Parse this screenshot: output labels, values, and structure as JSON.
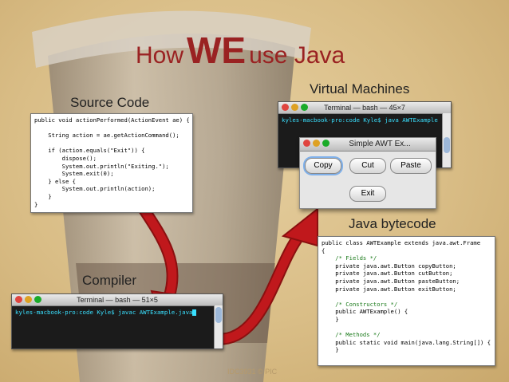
{
  "title": {
    "pre": "How",
    "emph": "WE",
    "post": "use Java"
  },
  "labels": {
    "source_code": "Source Code",
    "virtual_machines": "Virtual Machines",
    "java_bytecode": "Java bytecode",
    "compiler": "Compiler"
  },
  "footer": "IDC3931 © PIC",
  "vm_terminal": {
    "title": "Terminal — bash — 45×7",
    "command": "kyles-macbook-pro:code Kyle$ java AWTExample"
  },
  "compiler_terminal": {
    "title": "Terminal — bash — 51×5",
    "command": "kyles-macbook-pro:code Kyle$ javac AWTExample.java"
  },
  "awt_window": {
    "title": "Simple AWT Ex...",
    "buttons": [
      "Copy",
      "Cut",
      "Paste",
      "Exit"
    ]
  },
  "source_lines": [
    "public void actionPerformed(ActionEvent ae) {",
    "",
    "    String action = ae.getActionCommand();",
    "",
    "    if (action.equals(\"Exit\")) {",
    "        dispose();",
    "        System.out.println(\"Exiting.\");",
    "        System.exit(0);",
    "    } else {",
    "        System.out.println(action);",
    "    }",
    "}"
  ],
  "bytecode_lines": [
    "public class AWTExample extends java.awt.Frame",
    "{",
    "    /* Fields */",
    "    private java.awt.Button copyButton;",
    "    private java.awt.Button cutButton;",
    "    private java.awt.Button pasteButton;",
    "    private java.awt.Button exitButton;",
    "",
    "    /* Constructors */",
    "    public AWTExample() {",
    "    }",
    "",
    "    /* Methods */",
    "    public static void main(java.lang.String[]) {",
    "    }"
  ],
  "colors": {
    "title": "#9a2222",
    "arrow": "#c0181c",
    "terminal_text": "#39e0ff"
  }
}
